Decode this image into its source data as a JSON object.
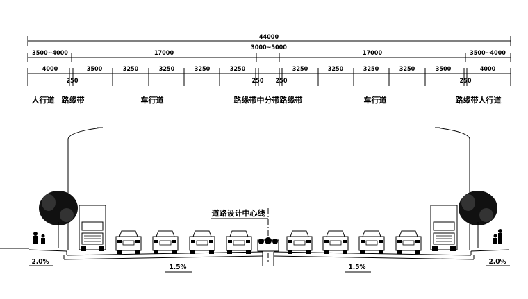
{
  "dimensions": {
    "total": "44000",
    "row2": {
      "left_side": "3500~4000",
      "left_carriageway": "17000",
      "median": "3000~5000",
      "right_carriageway": "17000",
      "right_side": "3500~4000"
    },
    "row3": {
      "left_sidewalk": "4000",
      "left_green_a": "250",
      "left_lanes": [
        "3500",
        "3250",
        "3250",
        "3250",
        "3250"
      ],
      "median_green_left": "250",
      "median_green_right": "250",
      "right_lanes": [
        "3250",
        "3250",
        "3250",
        "3250",
        "3500"
      ],
      "right_green_a": "250",
      "right_sidewalk": "4000"
    }
  },
  "labels": {
    "left_sidewalk": "人行道",
    "left_green": "路缘带",
    "left_carriageway": "车行道",
    "median_group": "路缘带中分带路缘带",
    "right_carriageway": "车行道",
    "right_green": "路缘带",
    "right_sidewalk": "人行道",
    "centerline": "道路设计中心线"
  },
  "slopes": {
    "left_sidewalk": "2.0%",
    "left_road": "1.5%",
    "right_road": "1.5%",
    "right_sidewalk": "2.0%"
  }
}
